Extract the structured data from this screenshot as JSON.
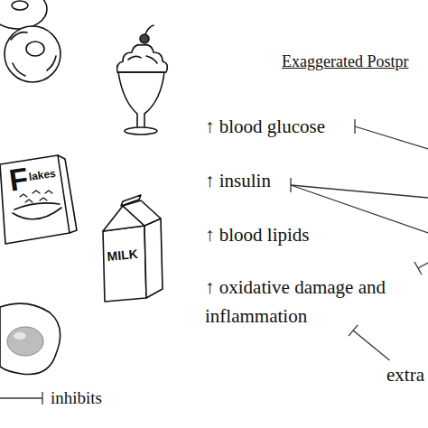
{
  "diagram": {
    "title": "Exaggerated Postpr",
    "nodes": [
      {
        "text": [
          "↑ blood glucose"
        ]
      },
      {
        "text": [
          "↑ insulin"
        ]
      },
      {
        "text": [
          "↑ blood lipids"
        ]
      },
      {
        "text": [
          "↑ oxidative damage and inflammation"
        ]
      },
      {
        "text": [
          "extra"
        ]
      }
    ],
    "edges": [
      {
        "from": 4,
        "to": 3,
        "arrow": "to"
      }
    ],
    "labels": [
      "F",
      "lakes",
      "MILK"
    ],
    "legend": [
      {
        "text": "inhibits"
      }
    ]
  }
}
